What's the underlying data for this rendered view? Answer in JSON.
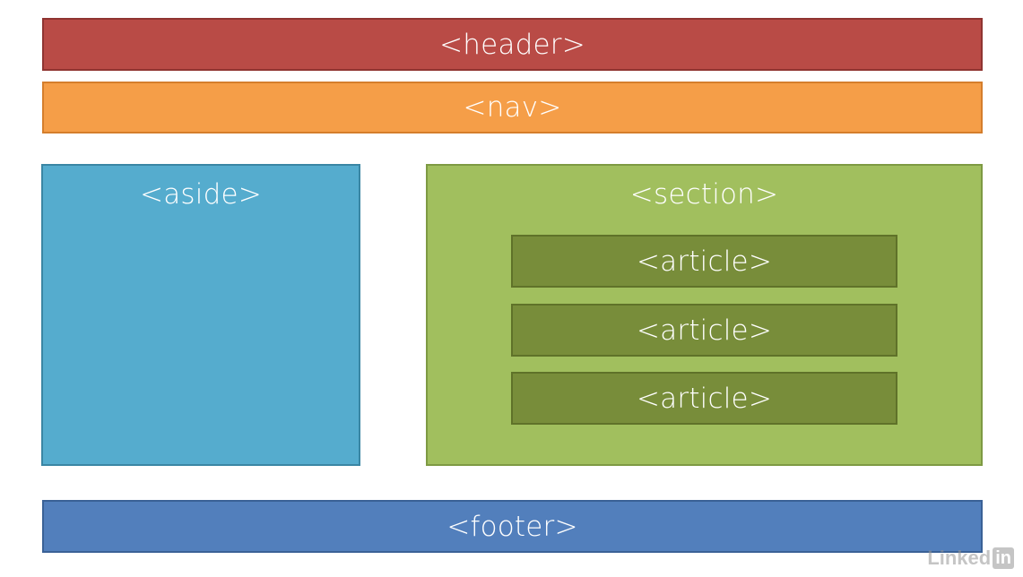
{
  "colors": {
    "header": "#b94b46",
    "header_border": "#8f3431",
    "nav": "#f59e48",
    "nav_border": "#d57e2c",
    "aside": "#55acce",
    "aside_border": "#3a86a4",
    "section": "#a1bf5e",
    "section_border": "#7e9a43",
    "article": "#788d3a",
    "article_border": "#5f7229",
    "footer": "#527fbc",
    "footer_border": "#3a6196",
    "watermark": "#969696"
  },
  "diagram": {
    "header": {
      "label": "<header>"
    },
    "nav": {
      "label": "<nav>"
    },
    "aside": {
      "label": "<aside>"
    },
    "section": {
      "label": "<section>",
      "articles": [
        {
          "label": "<article>"
        },
        {
          "label": "<article>"
        },
        {
          "label": "<article>"
        }
      ]
    },
    "footer": {
      "label": "<footer>"
    }
  },
  "watermark": {
    "text": "Linked",
    "badge": "in"
  }
}
